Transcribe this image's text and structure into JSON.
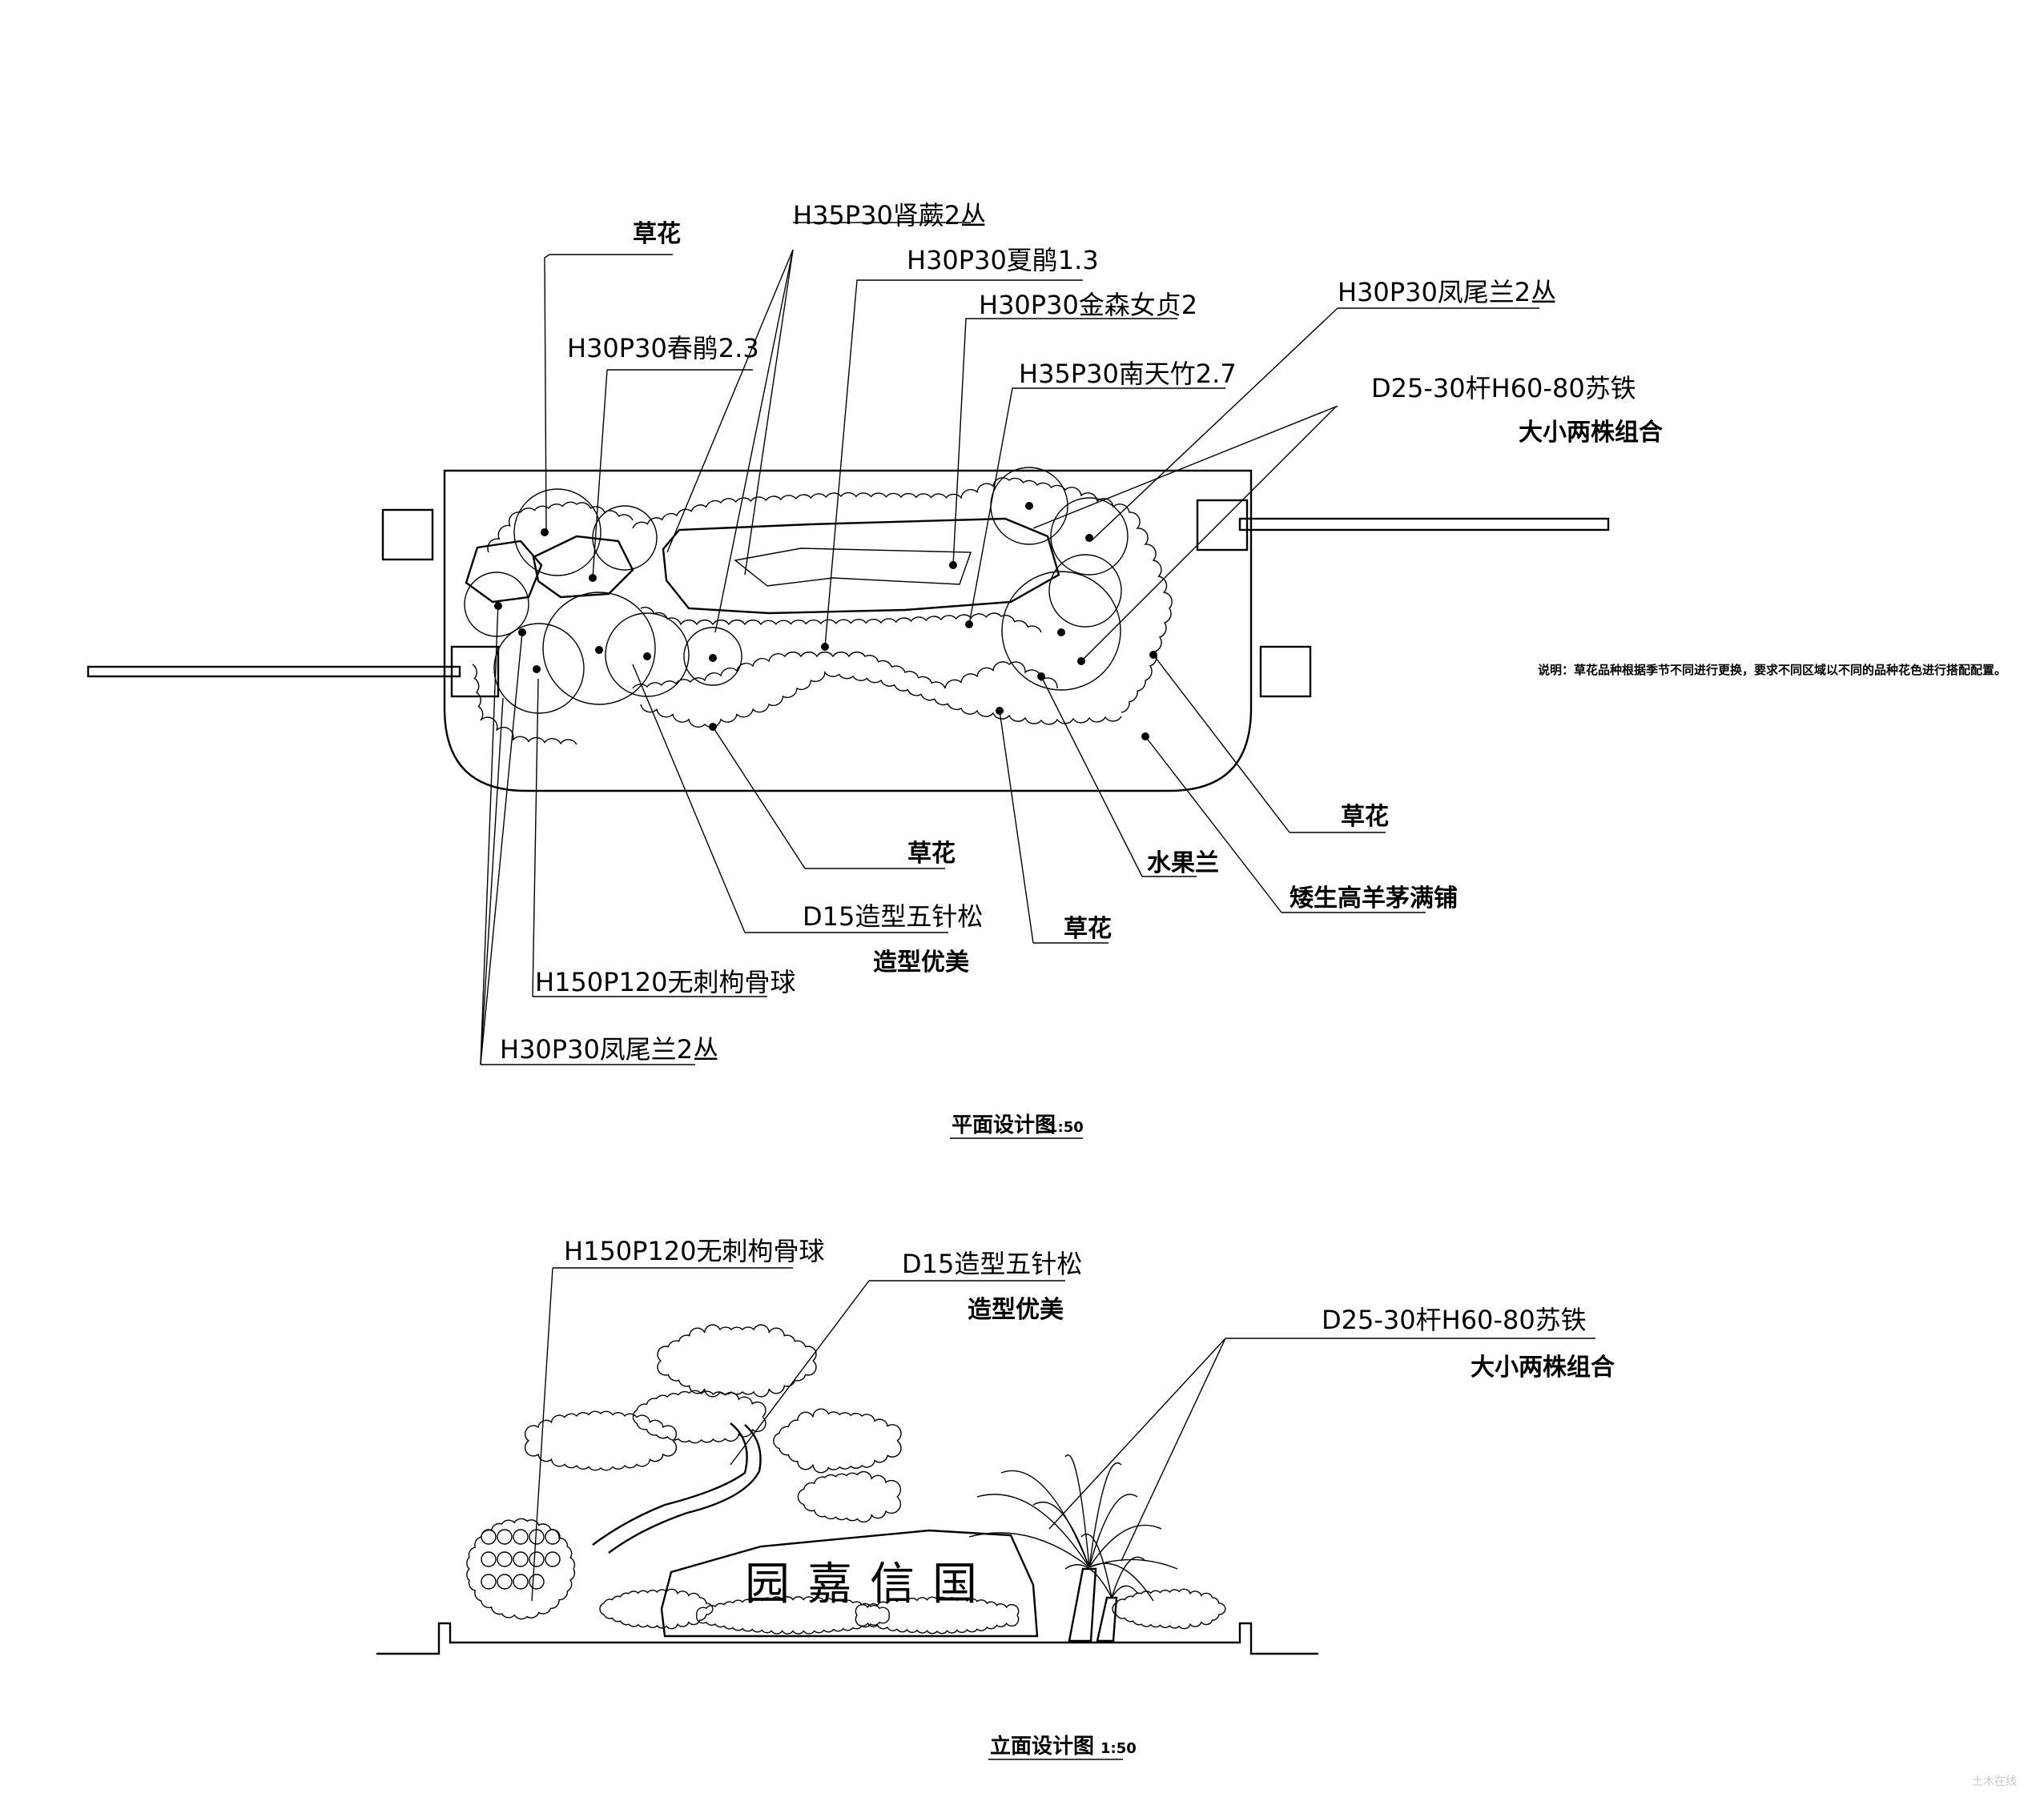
{
  "plan": {
    "labels": {
      "l1": "H35P30肾蕨2丛",
      "l2": "H30P30夏鹃1.3",
      "l3": "H30P30金森女贞2",
      "l4": "H35P30南天竹2.7",
      "l5": "H30P30凤尾兰2丛",
      "l6": "D25-30杆H60-80苏铁",
      "l6b": "大小两株组合",
      "l7": "草花",
      "l8": "H30P30春鹃2.3",
      "l9": "草花",
      "l10": "水果兰",
      "l11": "矮生高羊茅满铺",
      "l12": "草花",
      "l13": "D15造型五针松",
      "l13b": "造型优美",
      "l14": "草花",
      "l15": "H150P120无刺枸骨球",
      "l16": "H30P30凤尾兰2丛"
    },
    "note": "说明：草花品种根据季节不同进行更换，要求不同区域以不同的品种花色进行搭配配置。",
    "title": "平面设计图",
    "scale": "1:50"
  },
  "elevation": {
    "labels": {
      "e1": "H150P120无刺枸骨球",
      "e2": "D15造型五针松",
      "e2b": "造型优美",
      "e3": "D25-30杆H60-80苏铁",
      "e3b": "大小两株组合"
    },
    "stone_text": "园嘉信国",
    "title": "立面设计图",
    "scale": "1:50"
  },
  "watermark": "土木在线"
}
